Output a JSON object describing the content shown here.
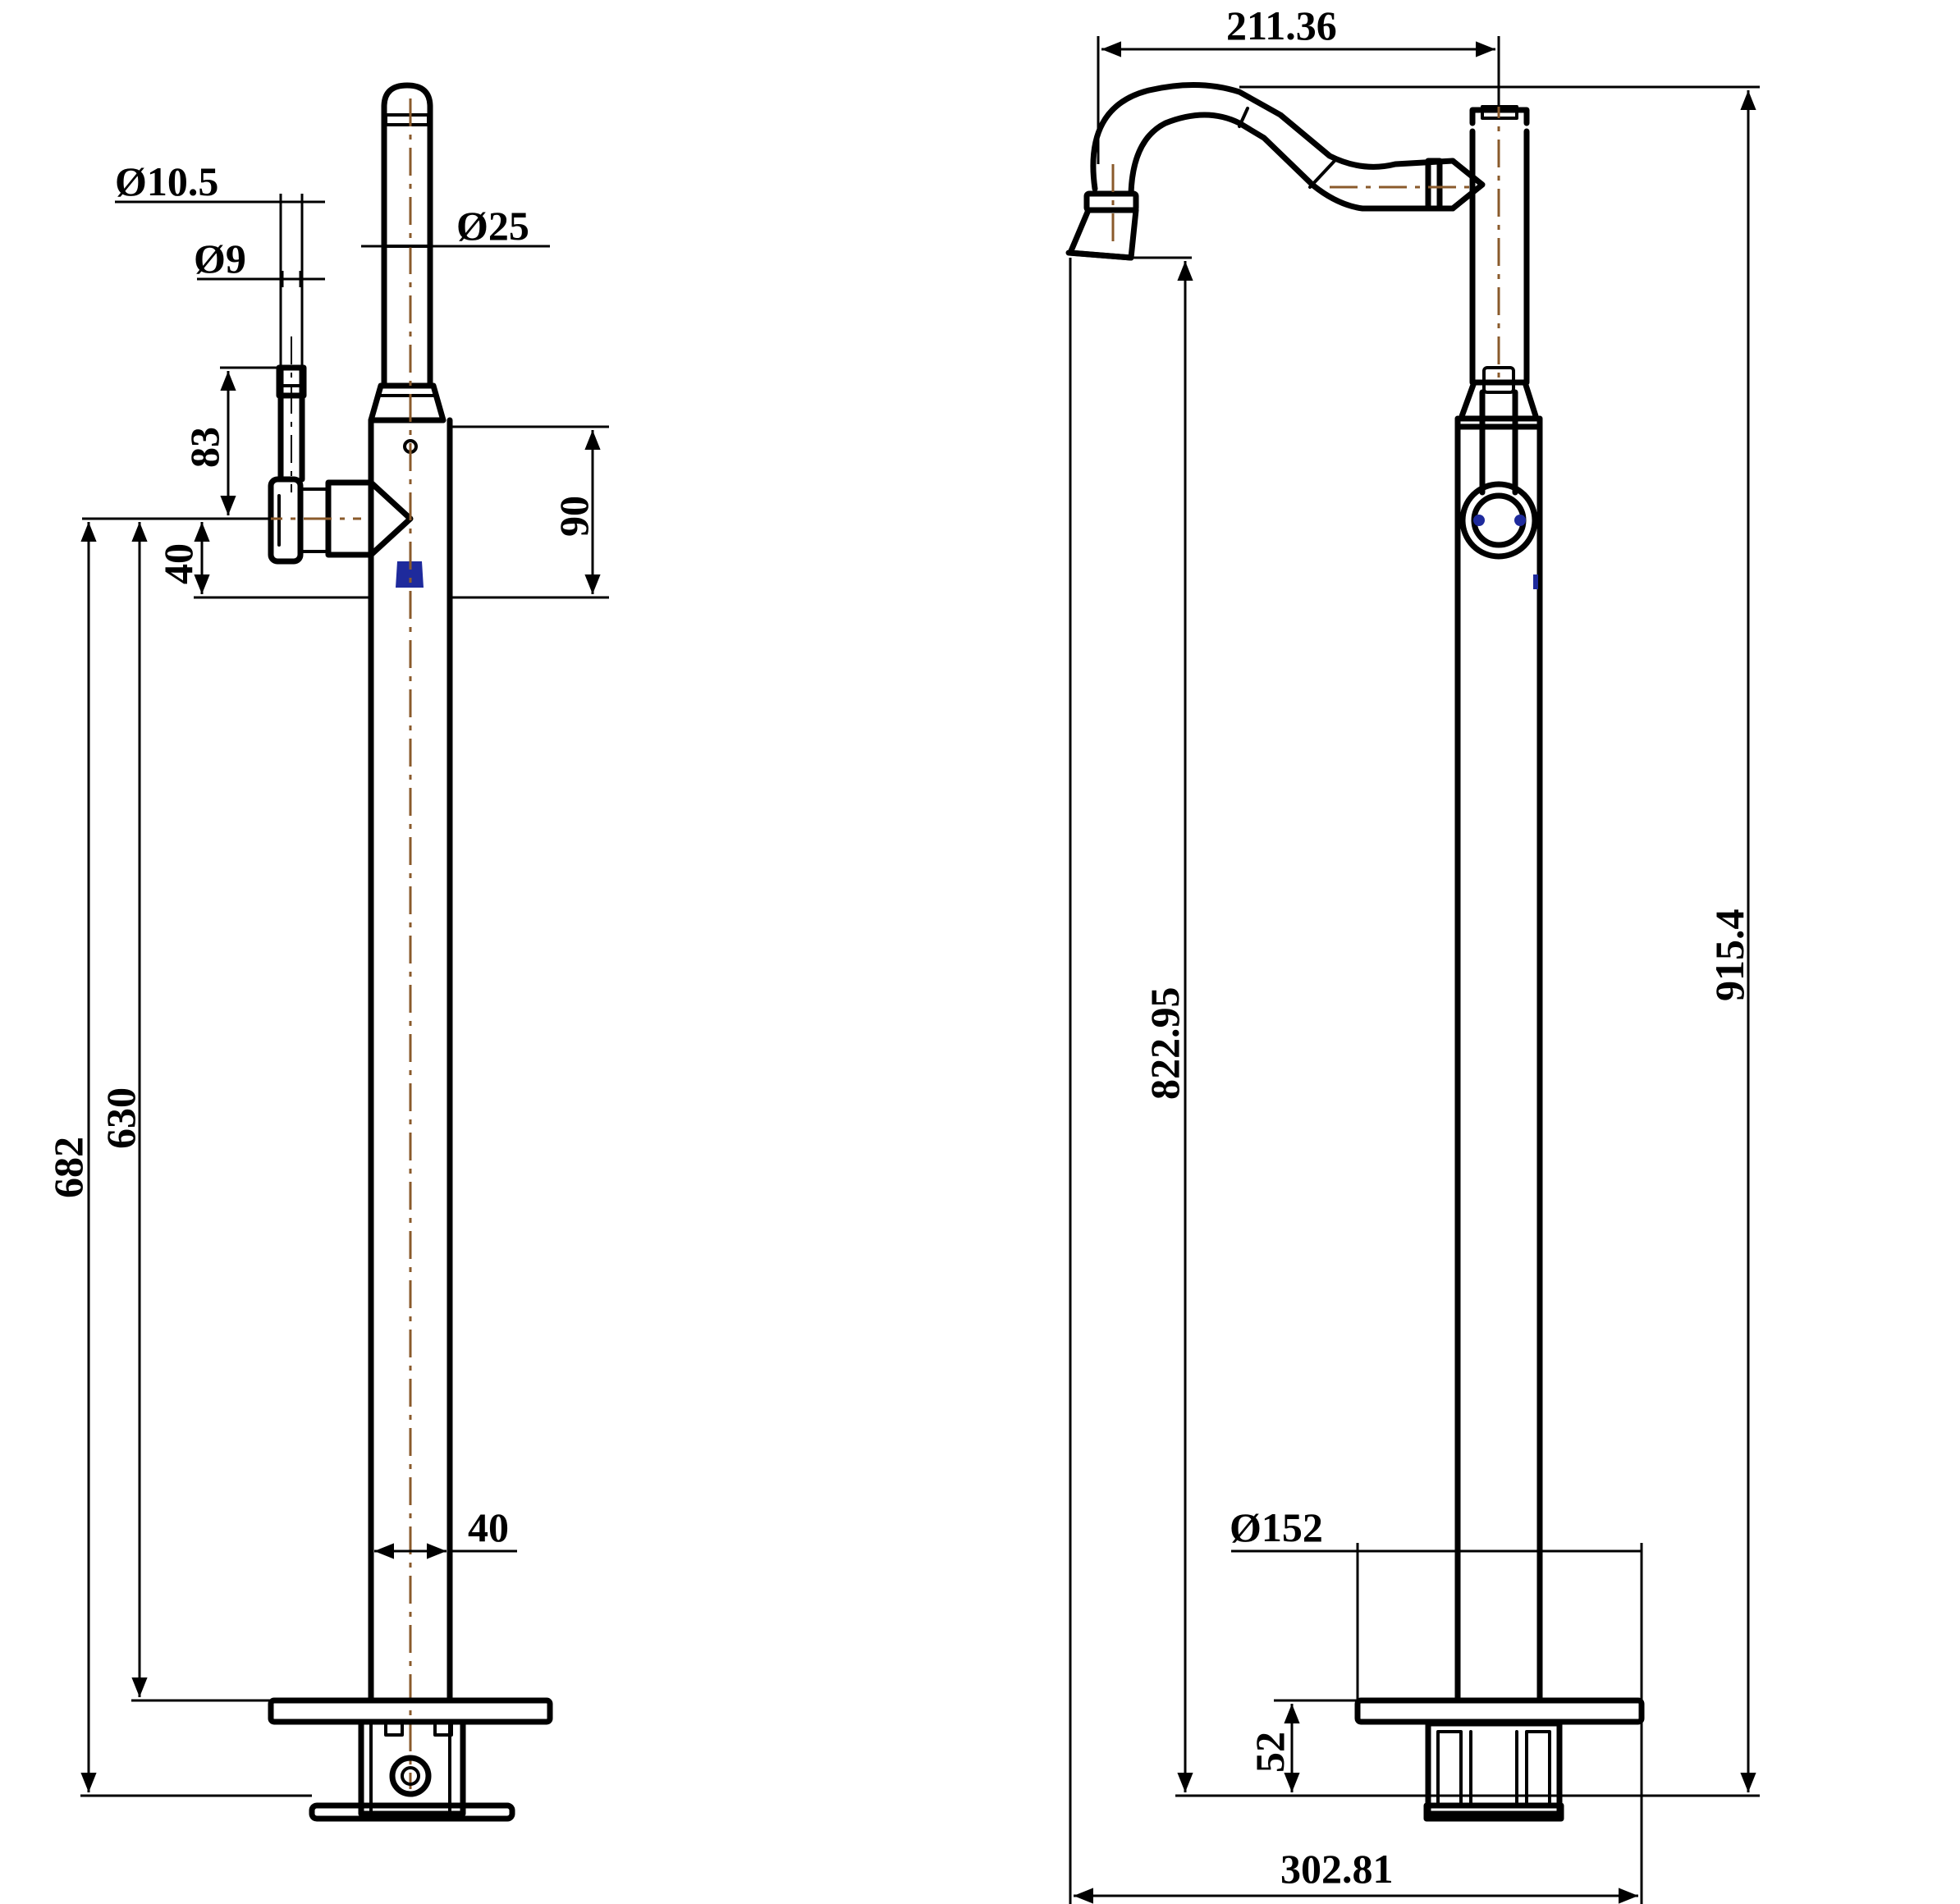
{
  "left_view": {
    "dims": {
      "d10_5": "Ø10.5",
      "d9": "Ø9",
      "d25": "Ø25",
      "h83": "83",
      "h90": "90",
      "h40": "40",
      "h682": "682",
      "h630": "630",
      "w40": "40"
    }
  },
  "right_view": {
    "dims": {
      "w211": "211.36",
      "h915": "915.4",
      "h822": "822.95",
      "d152": "Ø152",
      "h52": "52",
      "w302": "302.81"
    }
  }
}
